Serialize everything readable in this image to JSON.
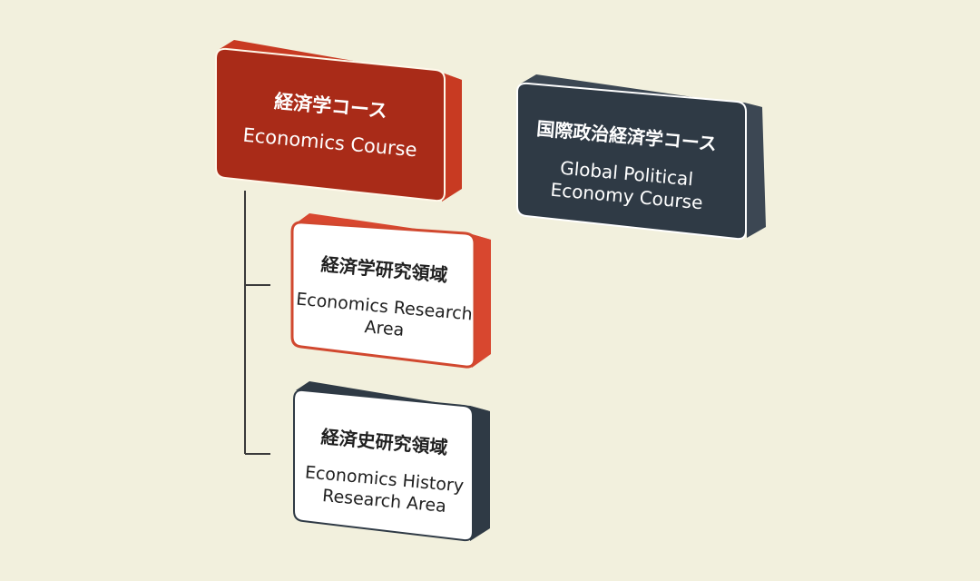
{
  "colors": {
    "background": "#f2f0dd",
    "economics_course_face": "#a92b18",
    "economics_course_side": "#c83a22",
    "global_course_face": "#2f3a45",
    "global_course_side": "#3c4753",
    "research_area_border": "#d1482f",
    "research_area_side": "#d8472f",
    "history_area_border": "#2f3a45",
    "history_area_side": "#2f3a45",
    "connector_line": "#3b3b3b",
    "white": "#ffffff",
    "dark_text": "#202020"
  },
  "nodes": {
    "economics_course": {
      "title_jp": "経済学コース",
      "title_en": "Economics Course"
    },
    "global_course": {
      "title_jp": "国際政治経済学コース",
      "title_en_line1": "Global Political",
      "title_en_line2": "Economy Course"
    },
    "economics_research_area": {
      "title_jp": "経済学研究領域",
      "title_en_line1": "Economics Research",
      "title_en_line2": "Area"
    },
    "economics_history_area": {
      "title_jp": "経済史研究領域",
      "title_en_line1": "Economics History",
      "title_en_line2": "Research Area"
    }
  }
}
